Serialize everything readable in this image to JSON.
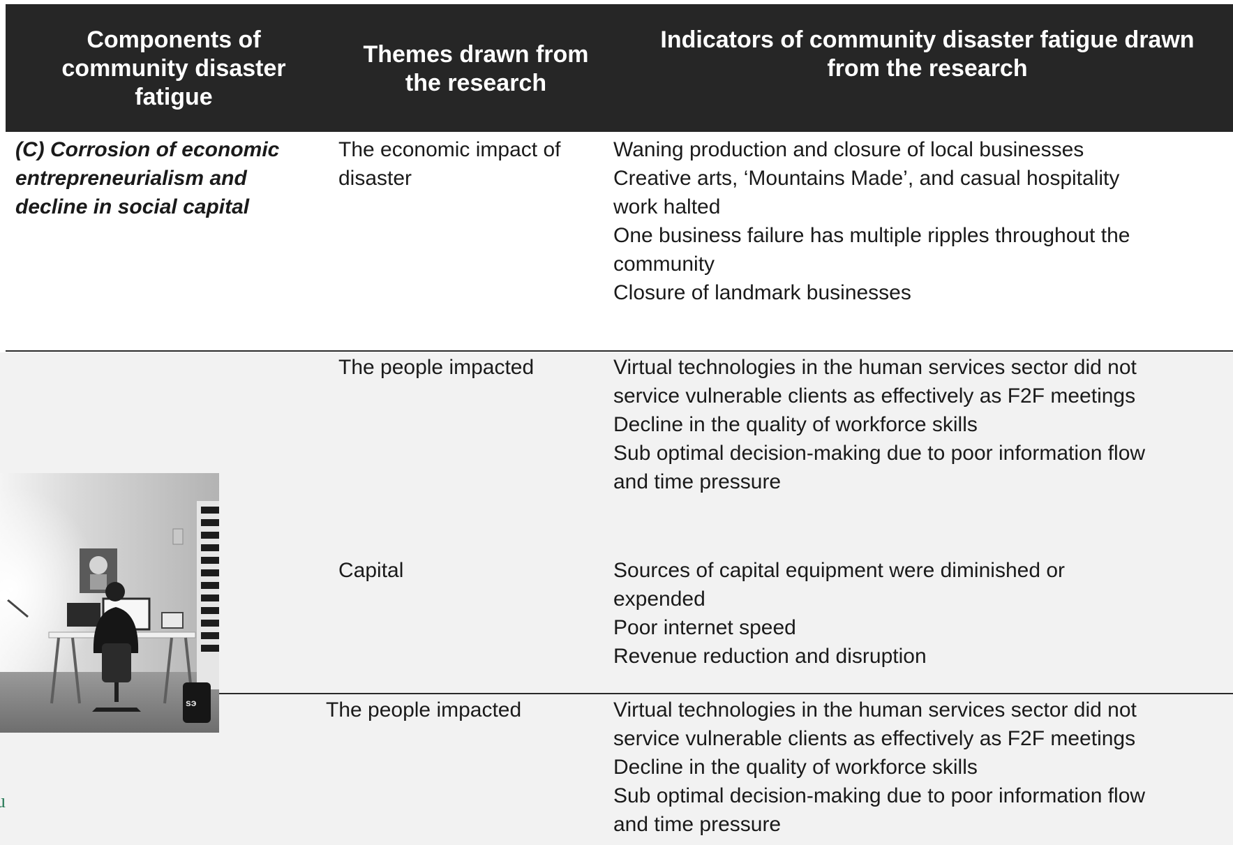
{
  "table": {
    "headers": [
      "Components of community disaster fatigue",
      "Themes drawn from the research",
      "Indicators of community disaster fatigue drawn from the research"
    ],
    "header_lines": [
      [
        "Components of",
        "community disaster",
        "fatigue"
      ],
      [
        "Themes drawn from",
        "the research"
      ],
      [
        "Indicators of community disaster fatigue drawn",
        "from the research"
      ]
    ],
    "rows": [
      {
        "component": "(C) Corrosion of economic entrepreneurialism and decline in social capital",
        "component_lines": [
          "(C) Corrosion of economic",
          "entrepreneurialism and",
          "decline in social capital"
        ],
        "theme": "The economic impact of disaster",
        "theme_lines": [
          "The economic impact of",
          "disaster"
        ],
        "indicators": [
          "Waning production and closure of local businesses",
          "Creative arts, ‘Mountains Made’, and casual hospitality work halted",
          "One business failure has multiple ripples throughout the community",
          "Closure of landmark businesses"
        ],
        "indicator_lines": [
          "Waning production and closure of local businesses",
          "Creative arts, ‘Mountains Made’, and casual hospitality",
          "work halted",
          "One business failure has multiple ripples throughout the",
          "community",
          "Closure of landmark businesses"
        ]
      },
      {
        "component": "",
        "theme": "The people impacted",
        "theme_lines": [
          "The people impacted"
        ],
        "indicators": [
          "Virtual technologies in the human services sector did not service vulnerable clients as effectively as F2F meetings",
          "Decline in the quality of workforce skills",
          "Sub optimal decision-making due to poor information flow and time pressure"
        ],
        "indicator_lines": [
          "Virtual technologies in the human services sector did not",
          "service vulnerable clients as effectively as F2F meetings",
          "Decline in the quality of workforce skills",
          "Sub optimal decision-making due to poor information flow",
          "and time pressure"
        ]
      },
      {
        "component": "",
        "theme": "Capital",
        "theme_lines": [
          "Capital"
        ],
        "indicators": [
          "Sources of capital equipment were diminished or expended",
          "Poor internet speed",
          "Revenue reduction and disruption"
        ],
        "indicator_lines": [
          "Sources of capital equipment were diminished or",
          "expended",
          "Poor internet speed",
          "Revenue reduction and disruption"
        ]
      },
      {
        "component": "",
        "theme": "The people impacted",
        "theme_lines": [
          "The people impacted"
        ],
        "indicators": [
          "Virtual technologies in the human services sector did not service vulnerable clients as effectively as F2F meetings",
          "Decline in the quality of workforce skills",
          "Sub optimal decision-making due to poor information flow and time pressure"
        ],
        "indicator_lines": [
          "Virtual technologies in the human services sector did not",
          "service vulnerable clients as effectively as F2F meetings",
          "Decline in the quality of workforce skills",
          "Sub optimal decision-making due to poor information flow",
          "and time pressure"
        ]
      }
    ]
  },
  "overlay": {
    "photo": "home-office-photo",
    "margin_glyph": "u"
  },
  "colors": {
    "header_bg": "#262626",
    "header_text": "#ffffff",
    "band_bg": "#f2f2f2",
    "body_text": "#1a1a1a",
    "rule": "#2a2a2a",
    "margin_glyph": "#2e7d5b"
  }
}
